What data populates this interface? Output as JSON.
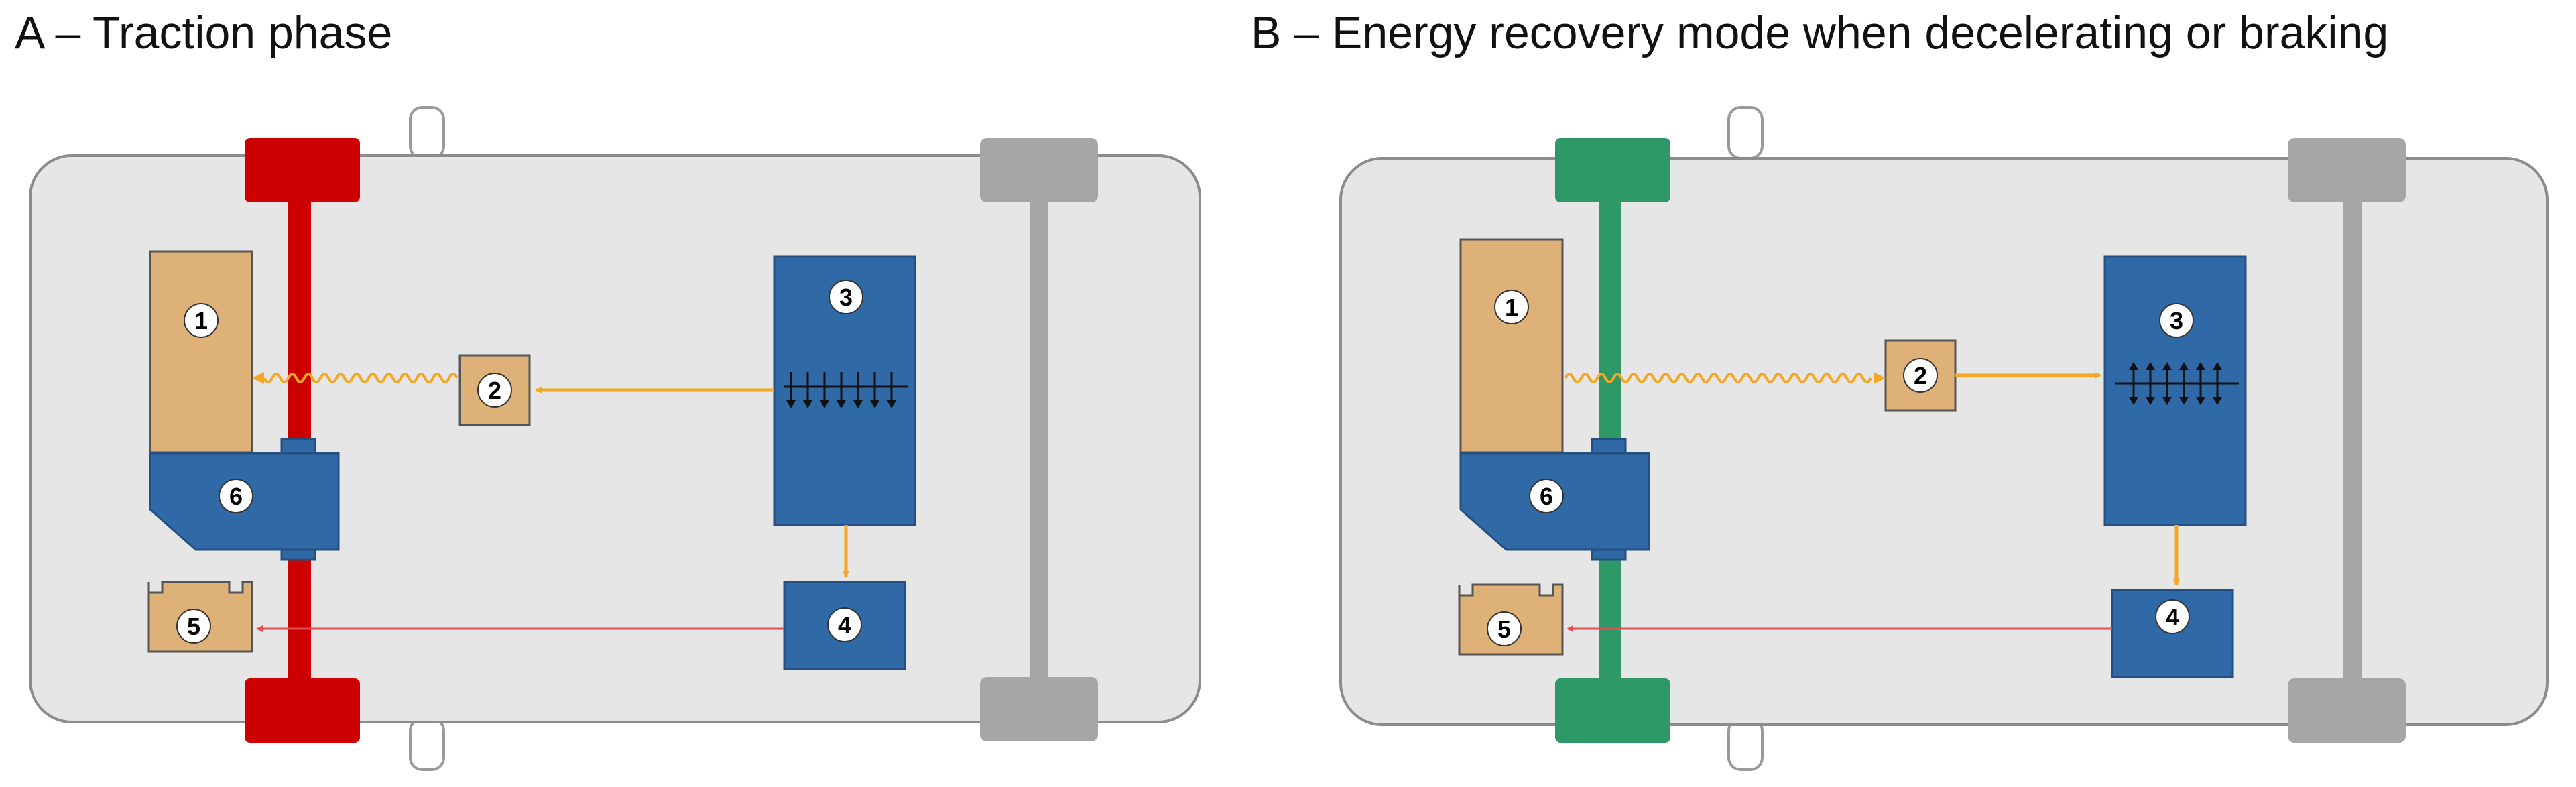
{
  "panels": [
    {
      "title": "A – Traction phase",
      "mode": "traction",
      "front_axle_color": "#cc0000",
      "rear_axle_color": "#a6a6a6",
      "flow_direction": "battery-to-motor",
      "battery_arrows": "down",
      "labels": [
        "1",
        "2",
        "3",
        "4",
        "5",
        "6"
      ]
    },
    {
      "title": "B – Energy recovery mode when decelerating or braking",
      "mode": "recovery",
      "front_axle_color": "#2e9966",
      "rear_axle_color": "#a6a6a6",
      "flow_direction": "motor-to-battery",
      "battery_arrows": "both",
      "labels": [
        "1",
        "2",
        "3",
        "4",
        "5",
        "6"
      ]
    }
  ],
  "colors": {
    "tan": "#ddb177",
    "blue": "#2f6aa6",
    "body": "#e6e6e6",
    "orange_arrow": "#f5a623",
    "red_arrow": "#e05050"
  }
}
